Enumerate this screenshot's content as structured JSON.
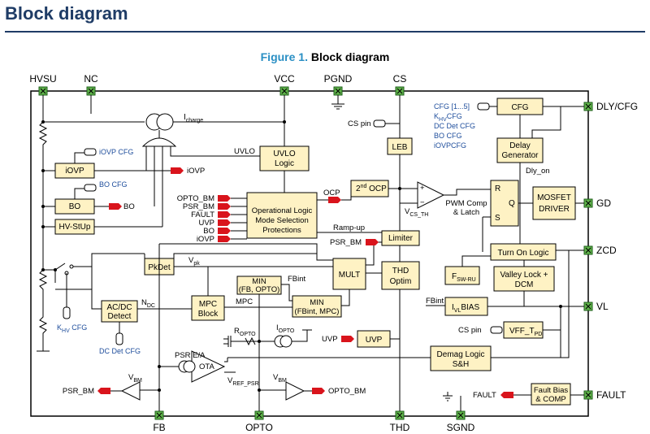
{
  "page": {
    "heading": "Block diagram"
  },
  "figure": {
    "number": "Figure 1.",
    "title": "Block diagram"
  },
  "pins": {
    "hvsu": "HVSU",
    "nc": "NC",
    "vcc": "VCC",
    "pgnd": "PGND",
    "cs": "CS",
    "dly_cfg": "DLY/CFG",
    "gd": "GD",
    "zcd": "ZCD",
    "vl": "VL",
    "fault": "FAULT",
    "fb": "FB",
    "opto": "OPTO",
    "thd": "THD",
    "sgnd": "SGND"
  },
  "blocks": {
    "uvlo": [
      "UVLO",
      "Logic"
    ],
    "iovp": "iOVP",
    "bo": "BO",
    "hv_stup": "HV-StUp",
    "op_logic": [
      "Operational Logic",
      "Mode Selection",
      "Protections"
    ],
    "ocp2": [
      "2",
      "nd",
      " OCP"
    ],
    "leb": "LEB",
    "cfg": "CFG",
    "delay_gen": [
      "Delay",
      "Generator"
    ],
    "latch_r": "R",
    "latch_s": "S",
    "latch_q": "Q",
    "mosfet": [
      "MOSFET",
      "DRIVER"
    ],
    "limiter": "Limiter",
    "turn_on": "Turn On Logic",
    "fsw": [
      "F",
      "SW-RU"
    ],
    "valley": [
      "Valley Lock +",
      "DCM"
    ],
    "pkdet": "PkDet",
    "mult": "MULT",
    "thd_optim": [
      "THD",
      "Optim"
    ],
    "acdc": [
      "AC/DC",
      "Detect"
    ],
    "mpc": [
      "MPC",
      "Block"
    ],
    "min1": [
      "MIN",
      "(FB, OPTO)"
    ],
    "min2": [
      "MIN",
      "(FBint, MPC)"
    ],
    "ivlbias": [
      "I",
      "VL",
      "BIAS"
    ],
    "vff": [
      "VFF_T",
      "PD"
    ],
    "uvp": "UVP",
    "demag": [
      "Demag Logic",
      "S&H"
    ],
    "fault_bias": [
      "Fault Bias",
      "& COMP"
    ],
    "ota": "OTA"
  },
  "labels": {
    "icharge": [
      "I",
      "charge"
    ],
    "iovp_cfg": "iOVP CFG",
    "uvlo_sig": "UVLO",
    "iovp_sig": "iOVP",
    "bo_cfg": "BO CFG",
    "bo_sig": "BO",
    "opto_bm": "OPTO_BM",
    "psr_bm": "PSR_BM",
    "fault_sig": "FAULT",
    "uvp_sig": "UVP",
    "bo_sig2": "BO",
    "iovp_sig2": "iOVP",
    "ocp": "OCP",
    "cs_pin": "CS pin",
    "cfg_list": [
      "CFG [1...5]",
      "K",
      "HV",
      "CFG",
      "DC Det CFG",
      "BO CFG",
      "iOVPCFG"
    ],
    "dly_on": "Dly_on",
    "pwm_comp": [
      "PWM Comp",
      "& Latch"
    ],
    "vcs_th": [
      "V",
      "CS_TH"
    ],
    "ramp_up": "Ramp-up",
    "psr_bm_sig": "PSR_BM",
    "vpk": [
      "V",
      "pk"
    ],
    "fbint": "FBint",
    "ndc": [
      "N",
      "DC"
    ],
    "mpc_sig": "MPC",
    "fbint2": "FBint",
    "khv_cfg": [
      "K",
      "HV",
      " CFG"
    ],
    "dcdet_cfg": "DC Det CFG",
    "ropto": [
      "R",
      "OPTO"
    ],
    "iopto": [
      "I",
      "OPTO"
    ],
    "uvp_in": "UVP",
    "cs_pin2": "CS pin",
    "psr_ea": "PSR E/A",
    "vref_psr": [
      "V",
      "REF_PSR"
    ],
    "vbm1": [
      "V",
      "BM"
    ],
    "vbm2": [
      "V",
      "BM"
    ],
    "psr_bm_out": "PSR_BM",
    "opto_bm_out": "OPTO_BM",
    "fault_in": "FAULT",
    "plus": "+",
    "minus": "−"
  },
  "colors": {
    "block_fill": "#fef2c4",
    "pin_fill": "#5fb24a",
    "arrow_fill": "#d9141c",
    "cfg_text": "#1f4e9c",
    "heading": "#1f3c66",
    "caption_num": "#2a8fc4"
  }
}
